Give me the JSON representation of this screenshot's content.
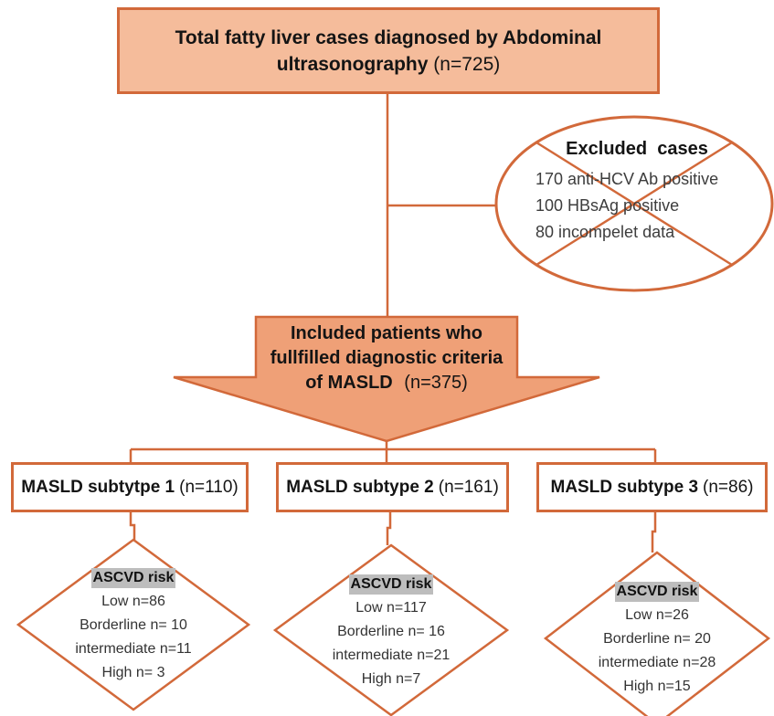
{
  "colors": {
    "accent_line": "#D2693A",
    "top_box_fill": "#F5BC9B",
    "arrow_fill": "#EFA077",
    "ascvd_highlight": "#BDBDBD",
    "text_dark": "#141414",
    "text_gray": "#3d3d3d"
  },
  "top_box": {
    "line1": "Total fatty liver cases diagnosed by Abdominal",
    "line2": "ultrasonography",
    "n": "(n=725)"
  },
  "excluded": {
    "title": "Excluded  cases",
    "items": [
      "170 anti-HCV Ab positive",
      "100 HBsAg positive",
      "80 incompelet data"
    ]
  },
  "arrow": {
    "line1": "Included patients who",
    "line2": "fullfilled diagnostic criteria",
    "line3": "of MASLD",
    "n": "(n=375)"
  },
  "subtypes": [
    {
      "label": "MASLD subtytpe 1",
      "n": "(n=110)"
    },
    {
      "label": "MASLD subtype 2",
      "n": "(n=161)"
    },
    {
      "label": "MASLD subtype 3",
      "n": "(n=86)"
    }
  ],
  "diamonds": [
    {
      "header": "ASCVD risk",
      "rows": [
        "Low n=86",
        "Borderline n= 10",
        "intermediate n=11",
        "High n= 3"
      ]
    },
    {
      "header": "ASCVD risk",
      "rows": [
        "Low n=117",
        "Borderline n= 16",
        "intermediate n=21",
        "High n=7"
      ]
    },
    {
      "header": "ASCVD risk",
      "rows": [
        "Low n=26",
        "Borderline n= 20",
        "intermediate n=28",
        "High n=15"
      ]
    }
  ]
}
